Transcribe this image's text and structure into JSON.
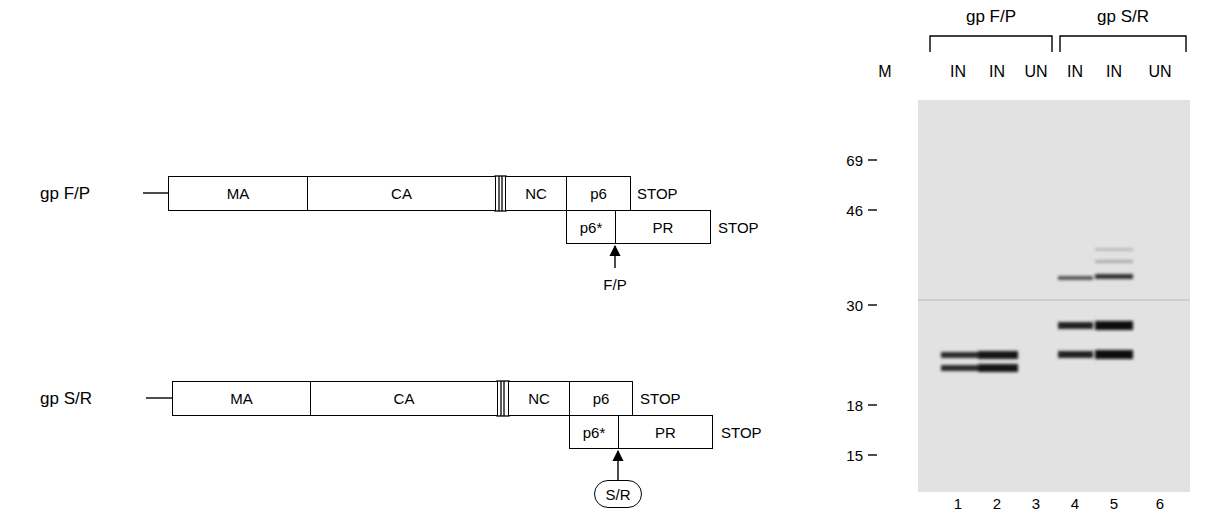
{
  "diagram": {
    "nodes": [
      {
        "text": [
          "MA"
        ]
      },
      {
        "text": [
          "CA"
        ]
      },
      {
        "text": [
          "NC"
        ]
      },
      {
        "text": [
          "p6"
        ]
      },
      {
        "text": [
          "p6*"
        ]
      },
      {
        "text": [
          "PR"
        ]
      },
      {
        "text": [
          "MA"
        ]
      },
      {
        "text": [
          "CA"
        ]
      },
      {
        "text": [
          "NC"
        ]
      },
      {
        "text": [
          "p6"
        ]
      },
      {
        "text": [
          "p6*"
        ]
      },
      {
        "text": [
          "PR"
        ]
      },
      {
        "text": [
          "S/R"
        ]
      }
    ],
    "labels": [
      "gp F/P",
      "STOP",
      "STOP",
      "F/P",
      "gp S/R",
      "STOP",
      "STOP",
      "gp F/P",
      "gp S/R",
      "M",
      "IN",
      "IN",
      "UN",
      "IN",
      "IN",
      "UN",
      "69",
      "46",
      "30",
      "18",
      "15",
      "1",
      "2",
      "3",
      "4",
      "5",
      "6"
    ]
  }
}
